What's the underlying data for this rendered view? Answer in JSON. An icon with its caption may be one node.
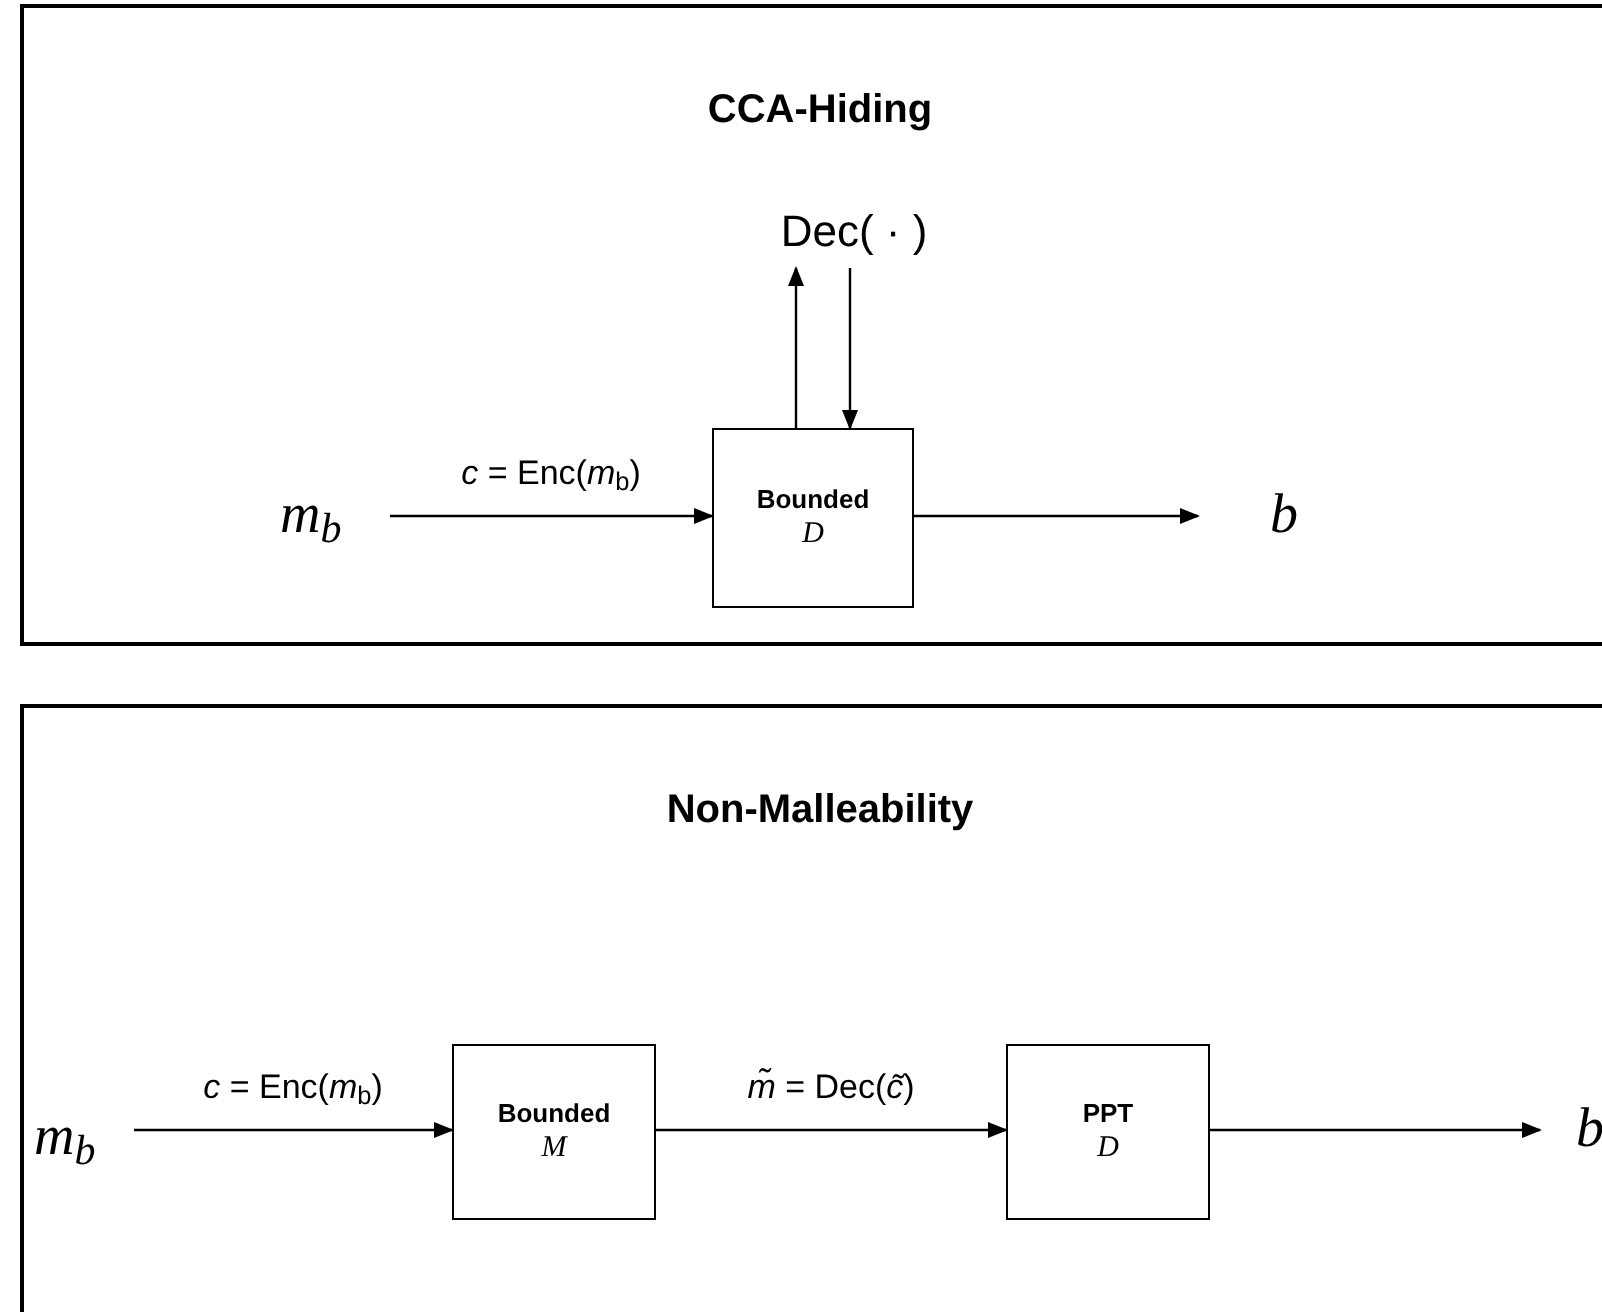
{
  "diagram": {
    "nodes": [
      {
        "text": [
          "CCA-Hiding"
        ]
      },
      {
        "text": [
          "m$_{b}$"
        ],
        "in": 0
      },
      {
        "text": [
          "Bounded",
          "D"
        ],
        "in": 0
      },
      {
        "text": [
          "Dec( · )"
        ],
        "in": 0
      },
      {
        "text": [
          "b"
        ],
        "in": 0
      },
      {
        "text": [
          "Non-Malleability"
        ]
      },
      {
        "text": [
          "m$_{b}$"
        ],
        "in": 5
      },
      {
        "text": [
          "Bounded",
          "M"
        ],
        "in": 5
      },
      {
        "text": [
          "PPT",
          "D"
        ],
        "in": 5
      },
      {
        "text": [
          "b"
        ],
        "in": 5
      }
    ],
    "edges": [
      {
        "from": 1,
        "to": 2,
        "arrow": "to",
        "label": "*c* = Enc(*m*$_{b}$)"
      },
      {
        "from": 2,
        "to": 3,
        "arrow": "to"
      },
      {
        "from": 3,
        "to": 2,
        "arrow": "to"
      },
      {
        "from": 2,
        "to": 4,
        "arrow": "to"
      },
      {
        "from": 6,
        "to": 7,
        "arrow": "to",
        "label": "*c* = Enc(*m*$_{b}$)"
      },
      {
        "from": 7,
        "to": 8,
        "arrow": "to",
        "label": "*m̃* = Dec(*c̃*)"
      },
      {
        "from": 8,
        "to": 9,
        "arrow": "to"
      }
    ]
  }
}
